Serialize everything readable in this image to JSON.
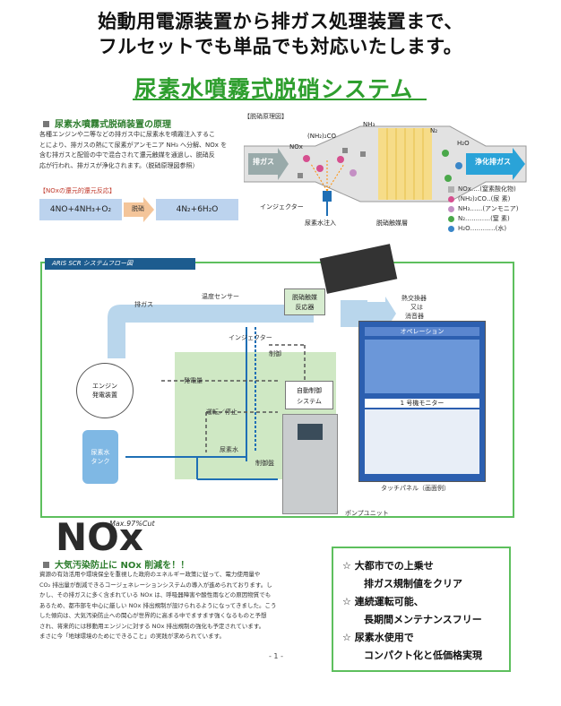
{
  "headline": {
    "line1": "始動用電源装置から排ガス処理装置まで、",
    "line2": "フルセットでも単品でも対応いたします。"
  },
  "title": "尿素水噴霧式脱硝システム",
  "principle": {
    "heading": "尿素水噴霧式脱硝装置の原理",
    "lines": [
      "各種エンジンや二等などの排ガス中に尿素水を噴霧注入するこ",
      "とにより、排ガスの熱にて尿素がアンモニア NH₃ へ分解、NOx を",
      "含む排ガスと配管の中で混合されて還元触媒を通過し、脱硝反",
      "応が行われ、排ガスが浄化されます。（脱硝原理図参照）"
    ],
    "reaction_label": "【NOxの還元的還元反応】",
    "reaction_left": "4NO+4NH₃+O₂",
    "reaction_middle": "脱硝",
    "reaction_right": "4N₂+6H₂O"
  },
  "diagram": {
    "caption": "【脱硝原理図】",
    "exhaust_in": "排ガス",
    "exhaust_out": "浄化排ガス",
    "nox": "NOx",
    "urea": "(NH₂)₂CO",
    "nh3": "NH₃",
    "n2": "N₂",
    "h2o": "H₂O",
    "injector": "インジェクター",
    "urea_injection": "尿素水注入",
    "catalyst": "脱硝触媒層",
    "legend": [
      {
        "label": "NOx‥‥(窒素酸化物)",
        "color": "#b0b0b0",
        "shape": "square"
      },
      {
        "label": "(NH₂)₂CO‥(尿 素)",
        "color": "#d64f8f",
        "shape": "circle"
      },
      {
        "label": "NH₃‥‥‥(アンモニア)",
        "color": "#c48fc4",
        "shape": "circle"
      },
      {
        "label": "N₂‥‥‥‥‥‥(窒 素)",
        "color": "#4aa84a",
        "shape": "circle"
      },
      {
        "label": "H₂O‥‥‥‥‥‥(水)",
        "color": "#3a86c8",
        "shape": "circle"
      }
    ]
  },
  "flow": {
    "header": "ARIS SCR  システムフロー図",
    "exhaust_gas": "排ガス",
    "temp_sensor": "温度センサー",
    "reactor": "脱硝触媒\n反応器",
    "heat_exchanger": "熱交換器",
    "or": "又は",
    "silencer": "消音器",
    "injector": "インジェクター",
    "engine": "エンジン\n発電装置",
    "control_system": "自動制御\nシステム",
    "control_panel": "制御盤",
    "urea_tank": "尿素水\nタンク",
    "urea_water": "尿素水",
    "power": "発電量",
    "run_stop": "運転／停止",
    "control": "制御",
    "pump_unit": "ポンプユニット",
    "touch_panel": "タッチパネル（画面例）",
    "operation": "オペレーション",
    "monitor": "1 号機モニター"
  },
  "nox_logo": {
    "text": "NOx",
    "sub": "Max.97%Cut"
  },
  "pollution": {
    "heading": "大気汚染防止に NOx 削減を！！",
    "lines": [
      "資源の有効活用や環境保全を重視した政府のエネルギー政策に従って、電力使用量や",
      "CO₂ 排出量が削減できるコージェネレーションシステムの導入が進められております。し",
      "かし、その排ガスに多く含まれている NOx は、呼吸器障害や酸性雨などの原因物質でも",
      "あるため、都市部を中心に厳しい NOx 排出規制が設けられるようになってきました。こう",
      "した傾向は、大気汚染防止への関心が世界的に高まる中でますます強くなるものと予想",
      "され、将来的には移動用エンジンに対する NOx 排出規制の強化も予定されています。",
      "まさに今「地球環境のためにできること」の実践が求められています。"
    ]
  },
  "benefits": [
    {
      "star": "☆",
      "line1": "大都市での上乗せ",
      "line2": "排ガス規制値をクリア"
    },
    {
      "star": "☆",
      "line1": "連続運転可能、",
      "line2": "長期間メンテナンスフリー"
    },
    {
      "star": "☆",
      "line1": "尿素水使用で",
      "line2": "コンパクト化と低価格実現"
    }
  ],
  "page_number": "- 1 -"
}
